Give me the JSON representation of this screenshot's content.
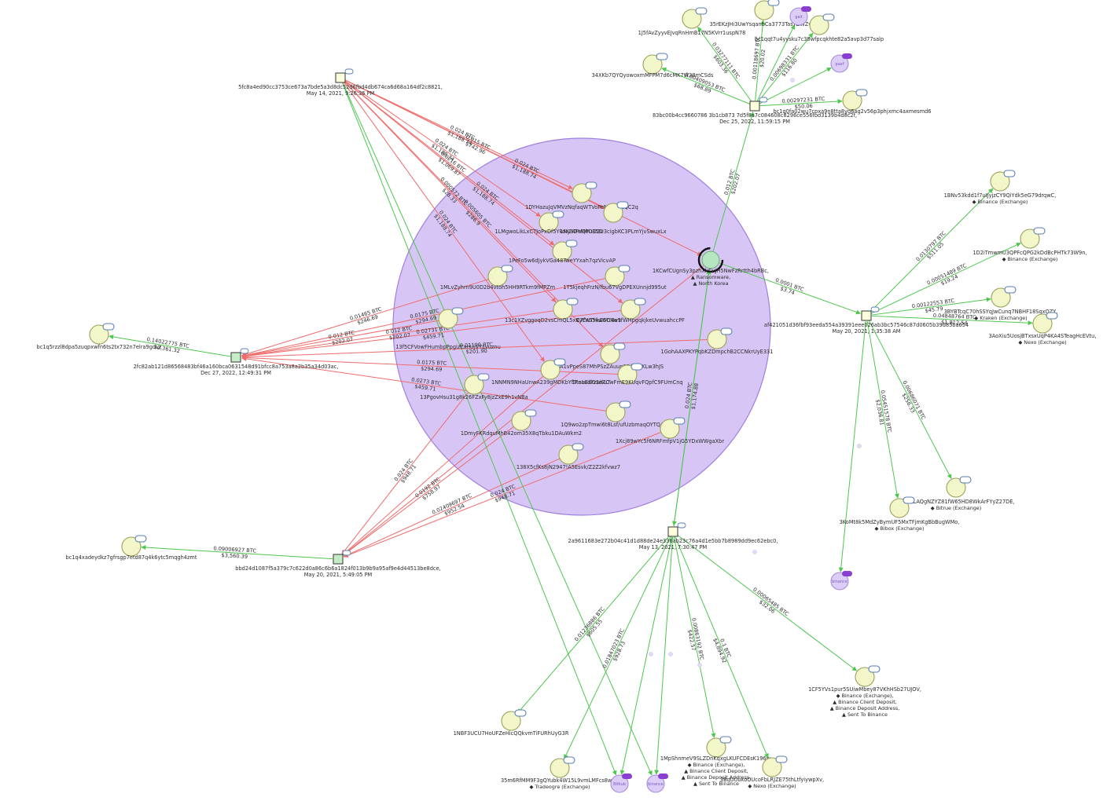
{
  "colors": {
    "cluster_fill": "#cdb8f2",
    "cluster_stroke": "#a07ee0",
    "edge_in": "#4dc74d",
    "edge_out": "#ef6b6b",
    "address_fill": "#f3f6c8",
    "tx_plain": "#ffffdd",
    "tx_highlight": "#c6ecc6",
    "chip": "#dccdf6",
    "chip_badge": "#8a3fd0",
    "focus_fill": "#b6e6c0"
  },
  "cluster": {
    "shape": "circle",
    "color": "#cdb8f2"
  },
  "transactions": [
    {
      "id": "t1",
      "lines": [
        "5fc8a4ed90cc3753ce673a7bde5a3d8dc52d6fbd4db674ca6d68a164df2c8821,",
        "May 14, 2021, 9:26:36 PM"
      ],
      "color": "#ffffdd"
    },
    {
      "id": "t2",
      "lines": [
        "83bc00b4cc9660786 3b1cb873 7d5f8a7c084608c8296ce556fbd3139b4d8c2f,",
        "Dec 25, 2022, 11:59:15 PM"
      ],
      "color": "#ffffdd"
    },
    {
      "id": "t3",
      "lines": [
        "2fc82ab121d86568483bf46a160bca0631548d91bfcc8a753a8a2b35a34d03ac,",
        "Dec 27, 2022, 12:49:31 PM"
      ],
      "color": "#c6ecc6"
    },
    {
      "id": "t4",
      "lines": [
        "af421051d36fbf93eeda554a39391eee026ab3bc57546c87d0605b39d85ba654",
        "May 20, 2021, 1:35:38 AM"
      ],
      "color": "#ffffdd"
    },
    {
      "id": "t5",
      "lines": [
        "2a9611683e272b04c41d1d88de24e336ab23c76a4d1e5bb7b8989dd9ec62ebc0,",
        "May 13, 2021, 7:30:47 PM"
      ],
      "color": "#ffffdd"
    },
    {
      "id": "t6",
      "lines": [
        "bbd24d1087f5a379c7c622d0a86c6b6a1824f013b9b9a95af9e4d44513be8dce,",
        "May 20, 2021, 5:49:05 PM"
      ],
      "color": "#c6ecc6"
    }
  ],
  "addresses": [
    {
      "id": "a1",
      "lines": [
        "1J5fAvZyyvEJvqRnHmB17N5KVrr1uspN78"
      ]
    },
    {
      "id": "a2",
      "lines": [
        "35rEKzJHi3UwYsqanbCa3773TasTZWZvhG"
      ]
    },
    {
      "id": "a3",
      "lines": [
        "bc1qqt7u4yysku7c38wfpcqkhte82a5avp3d77salp"
      ]
    },
    {
      "id": "a4",
      "lines": [
        "34XKb7QYQyowoxmMFPM7d6cMK7W38mCSds"
      ]
    },
    {
      "id": "a5",
      "lines": [
        "bc1q0fa02wu7cpxa9n8tta8yg6ag2v56p3phjxmc4axmesmd6"
      ]
    },
    {
      "id": "a6",
      "lines": [
        "1DYHazuJqVMVzNqfaqWTVoPeNdWDNQC2q"
      ]
    },
    {
      "id": "a7",
      "lines": [
        "1Ny9DnMhDD2U3cigbKC3PLmYjvSwuxLx"
      ]
    },
    {
      "id": "a8",
      "lines": [
        "1LMgwoLikLxCTJoPxDf5YkoY24FVQPu35D"
      ]
    },
    {
      "id": "a9",
      "lines": [
        "1PeFo5w6dJykVGa48TweYYxah7qzVicvAP"
      ]
    },
    {
      "id": "focus",
      "lines": [
        "1KCwfCUgnSy3pzhXkCuJH5NwFzRrtth4bRBc,"
      ],
      "tags": [
        "Ransomware,",
        "North Korea"
      ]
    },
    {
      "id": "a10",
      "lines": [
        "1MLvZyhrn9U0D2b4vtoh5HH9RTkm9fMPZm"
      ]
    },
    {
      "id": "a11",
      "lines": [
        "1T5kjeqhFrzN/fbu67VgDPEXUnnjd995ut"
      ]
    },
    {
      "id": "a12",
      "lines": [
        "13c1XZvggoqD2vsCmQL5x8yCx55kwGCAw1"
      ]
    },
    {
      "id": "a13",
      "lines": [
        "C7fWThkDMY8v9fWHpgqkjkeUvwuahccPF"
      ]
    },
    {
      "id": "a14",
      "lines": [
        "13f5CFVowFHumbpPpgizCxnUjVYLvuznu"
      ]
    },
    {
      "id": "a15",
      "lines": [
        "1GohAAXPKYPqbKZDmpchB2CCNkrUyE331"
      ]
    },
    {
      "id": "a16",
      "lines": [
        "1A1vPpeS87MhPSzZAuun8Pilc62KLw3hJS"
      ]
    },
    {
      "id": "a17",
      "lines": [
        "1NNMN9NHaUnwA239gMDKbYfTtaaEXG3eZC"
      ]
    },
    {
      "id": "a18",
      "lines": [
        "1FnLudkzuiFuTwFmE9KUqvFQpfC9FUmCnq"
      ]
    },
    {
      "id": "a19",
      "lines": [
        "13PgovHsu31g8k26FZxFy8jzZxE9h1vNBa"
      ]
    },
    {
      "id": "a20",
      "lines": [
        "1Q9wo2zpTmwi6t8Lsf/ufUzbmaqOYTQA5d"
      ]
    },
    {
      "id": "a21",
      "lines": [
        "1DmyFKRdquMhB42om35X8qTbku1DAuWkm2"
      ]
    },
    {
      "id": "a22",
      "lines": [
        "1Xcj89wYc5f6NRFmfpV1jG5YDxWWgaXbr"
      ]
    },
    {
      "id": "a23",
      "lines": [
        "138X5cfKs8jN2947!A5Esvk/Z2Z2kfvwz7"
      ]
    },
    {
      "id": "a24",
      "lines": [
        "bc1q5rzzl8dpa5zuqpxwfn6ts2tx732n7elra9gdvz"
      ]
    },
    {
      "id": "a25",
      "lines": [
        "bc1q4xadeydkz7gfrsgp7etd87q4k6ytc5mqgh4zmt"
      ]
    },
    {
      "id": "a26",
      "lines": [
        "1BNv53kdd1f7uIJyjzCY9QiYdk5eG79drqwC,"
      ],
      "tags": [
        "Binance (Exchange)"
      ]
    },
    {
      "id": "a27",
      "lines": [
        "1D2iTmwmU3QPFcQPG2kDdBcPHTk73W9n,"
      ],
      "tags": [
        "Binance (Exchange)"
      ]
    },
    {
      "id": "a28",
      "lines": [
        "3BYBTcqC70hSSYqJwCunq7NBHF18SqxQZY,"
      ],
      "tags": [
        "Kraken (Exchange)"
      ]
    },
    {
      "id": "a29",
      "lines": [
        "3AoXiu5UosjBTxsxUqP4KA4STeagHcEVtu,"
      ],
      "tags": [
        "Nexo (Exchange)"
      ]
    },
    {
      "id": "a30",
      "lines": [
        "1WUBLAQgNZYZ81fW65HD8WkArFYyZ27DE,"
      ],
      "tags": [
        "Bitrue (Exchange)"
      ]
    },
    {
      "id": "a31",
      "lines": [
        "3KoMt8k5MdZyBymUF5MxTFjmKgBbBugWMo,"
      ],
      "tags": [
        "Bibox (Exchange)"
      ]
    },
    {
      "id": "a32",
      "lines": [
        "1CF5YVs1pur5SUiwMbey87VKhHSb27UJOV,"
      ],
      "tags": [
        "Binance (Exchange),",
        "Binance Client Deposit,",
        "Binance Deposit Address,",
        "Sent To Binance"
      ]
    },
    {
      "id": "a33",
      "lines": [
        "1NBF3UCU7HoUFZeHicQQkvmTiFURhUyG3R"
      ]
    },
    {
      "id": "a34",
      "lines": [
        "35m6RfMM9F3gQYubk4W15L9vmLMFcs8wrk,"
      ],
      "tags": [
        "Tradeogre (Exchange)"
      ]
    },
    {
      "id": "a35",
      "lines": [
        "1MpShnmeV9SLZDnKqxgLKUFCDEsK196w,"
      ],
      "tags": [
        "Binance (Exchange),",
        "Binance Client Deposit,",
        "Binance Deposit Address,",
        "Sent To Binance"
      ]
    },
    {
      "id": "a36",
      "lines": [
        "3BqUUukoOUcoFbLRJZE75thLtfyiywpXv,"
      ],
      "tags": [
        "Nexo (Exchange)"
      ]
    }
  ],
  "chips": [
    {
      "id": "c1",
      "label": "gait"
    },
    {
      "id": "c2",
      "label": "paxf"
    },
    {
      "id": "c3",
      "label": "binance"
    },
    {
      "id": "c4",
      "label": "Bitkub"
    },
    {
      "id": "c5",
      "label": "binance"
    }
  ],
  "edges": [
    {
      "from": "t2",
      "to": "a1",
      "kind": "in",
      "btc": "0.03277111 BTC",
      "usd": "$603.36"
    },
    {
      "from": "t2",
      "to": "a2",
      "kind": "in",
      "btc": "0.00118697 BTC",
      "usd": "$20.02"
    },
    {
      "from": "t2",
      "to": "a3",
      "kind": "in",
      "btc": "0.00698331 BTC",
      "usd": "$116.80"
    },
    {
      "from": "t2",
      "to": "a4",
      "kind": "in",
      "btc": "0.00409053 BTC",
      "usd": "$68.89"
    },
    {
      "from": "t2",
      "to": "a5",
      "kind": "in",
      "btc": "0.00297231 BTC",
      "usd": "$50.06"
    },
    {
      "from": "t2",
      "to": "c1",
      "kind": "in"
    },
    {
      "from": "t2",
      "to": "c2",
      "kind": "in"
    },
    {
      "from": "focus",
      "to": "t2",
      "kind": "in",
      "btc": "0.012 BTC",
      "usd": "$202.07"
    },
    {
      "from": "focus",
      "to": "t4",
      "kind": "in",
      "btc": "0.0001 BTC",
      "usd": "$3.74"
    },
    {
      "from": "t4",
      "to": "a26",
      "kind": "in",
      "btc": "0.0130797 BTC",
      "usd": "$511.05"
    },
    {
      "from": "t4",
      "to": "a27",
      "kind": "in",
      "btc": "0.00051489 BTC",
      "usd": "$19.24"
    },
    {
      "from": "t4",
      "to": "a28",
      "kind": "in",
      "btc": "0.00122553 BTC",
      "usd": "$45.79"
    },
    {
      "from": "t4",
      "to": "a29",
      "kind": "in",
      "btc": "0.04848764 BTC",
      "usd": "$1,812.54"
    },
    {
      "from": "t4",
      "to": "a30",
      "kind": "in",
      "btc": "0.00686071 BTC",
      "usd": "$256.33"
    },
    {
      "from": "t4",
      "to": "a31",
      "kind": "in",
      "btc": "0.05451578 BTC",
      "usd": "$2,036.81"
    },
    {
      "from": "t4",
      "to": "c3",
      "kind": "in"
    },
    {
      "from": "focus",
      "to": "t5",
      "kind": "in",
      "btc": "0.024 BTC",
      "usd": "$1,174.88"
    },
    {
      "from": "t5",
      "to": "a33",
      "kind": "in",
      "btc": "0.01236886 BTC",
      "usd": "$605.55"
    },
    {
      "from": "t5",
      "to": "a34",
      "kind": "in",
      "btc": "0.01847023 BTC",
      "usd": "$928.73"
    },
    {
      "from": "t5",
      "to": "a35",
      "kind": "in",
      "btc": "0.00863192 BTC",
      "usd": "$422.57"
    },
    {
      "from": "t5",
      "to": "a36",
      "kind": "in",
      "btc": "0.1 BTC",
      "usd": "$4,894.92"
    },
    {
      "from": "t5",
      "to": "a32",
      "kind": "in",
      "btc": "0.00065485 BTC",
      "usd": "$32.06"
    },
    {
      "from": "t5",
      "to": "c4",
      "kind": "in"
    },
    {
      "from": "t5",
      "to": "c5",
      "kind": "in"
    },
    {
      "from": "t3",
      "to": "a24",
      "kind": "in",
      "btc": "0.14022775 BTC",
      "usd": "$2,361.32"
    },
    {
      "from": "t6",
      "to": "a25",
      "kind": "in",
      "btc": "0.09006927 BTC",
      "usd": "$3,560.39"
    },
    {
      "from": "t1",
      "to": "a6",
      "kind": "out",
      "btc": "0.024 BTC",
      "usd": "$1,188.74"
    },
    {
      "from": "t1",
      "to": "a7",
      "kind": "out",
      "btc": "0.015 BTC",
      "usd": "$742.96"
    },
    {
      "from": "t1",
      "to": "a8",
      "kind": "out",
      "btc": "0.024 BTC",
      "usd": "$1,188.74"
    },
    {
      "from": "t1",
      "to": "a9",
      "kind": "out",
      "btc": "0.0216 BTC",
      "usd": "$1,069.87"
    },
    {
      "from": "t1",
      "to": "a12",
      "kind": "out",
      "btc": "0.000572 BTC",
      "usd": "$28.33"
    },
    {
      "from": "t1",
      "to": "a17",
      "kind": "out",
      "btc": "0.024 BTC",
      "usd": "$1,188.74"
    },
    {
      "from": "t1",
      "to": "focus",
      "kind": "out",
      "btc": "0.024 BTC",
      "usd": "$1,188.74"
    },
    {
      "from": "t1",
      "to": "a16",
      "kind": "out",
      "btc": "0.005605 BTC",
      "usd": "$286.9"
    },
    {
      "from": "t1",
      "to": "a13",
      "kind": "out",
      "btc": "0.024 BTC",
      "usd": "$1,188.74"
    },
    {
      "from": "a10",
      "to": "t3",
      "kind": "out",
      "btc": "0.01465 BTC",
      "usd": "$246.69"
    },
    {
      "from": "a11",
      "to": "t3",
      "kind": "out",
      "btc": "0.0175 BTC",
      "usd": "$294.69"
    },
    {
      "from": "a12",
      "to": "t3",
      "kind": "out",
      "btc": "0.012 BTC",
      "usd": "$202.07"
    },
    {
      "from": "a13",
      "to": "t3",
      "kind": "out",
      "btc": "0.02731 BTC",
      "usd": "$459.71"
    },
    {
      "from": "a14",
      "to": "t3",
      "kind": "out",
      "btc": "0.012 BTC",
      "usd": "$202.07"
    },
    {
      "from": "a15",
      "to": "t3",
      "kind": "out",
      "btc": "0.01199 BTC",
      "usd": "$201.90"
    },
    {
      "from": "a18",
      "to": "t3",
      "kind": "out",
      "btc": "0.0175 BTC",
      "usd": "$294.69"
    },
    {
      "from": "a20",
      "to": "t3",
      "kind": "out",
      "btc": "0.0273 BTC",
      "usd": "$459.71"
    },
    {
      "from": "a19",
      "to": "t6",
      "kind": "out",
      "btc": "0.024 BTC",
      "usd": "$948.71"
    },
    {
      "from": "a21",
      "to": "t6",
      "kind": "out",
      "btc": "0.0192 BTC",
      "usd": "$758.97"
    },
    {
      "from": "a22",
      "to": "t6",
      "kind": "out",
      "btc": "0.024 BTC",
      "usd": "$948.71"
    },
    {
      "from": "a23",
      "to": "t6",
      "kind": "out",
      "btc": "0.02409697 BTC",
      "usd": "$952.54"
    },
    {
      "from": "focus",
      "to": "t6",
      "kind": "out"
    },
    {
      "from": "a17",
      "to": "t6",
      "kind": "out"
    },
    {
      "from": "t1",
      "to": "c5",
      "kind": "in"
    },
    {
      "from": "t1",
      "to": "c4",
      "kind": "in"
    },
    {
      "from": "t5",
      "to": "focus",
      "kind": "in"
    }
  ]
}
